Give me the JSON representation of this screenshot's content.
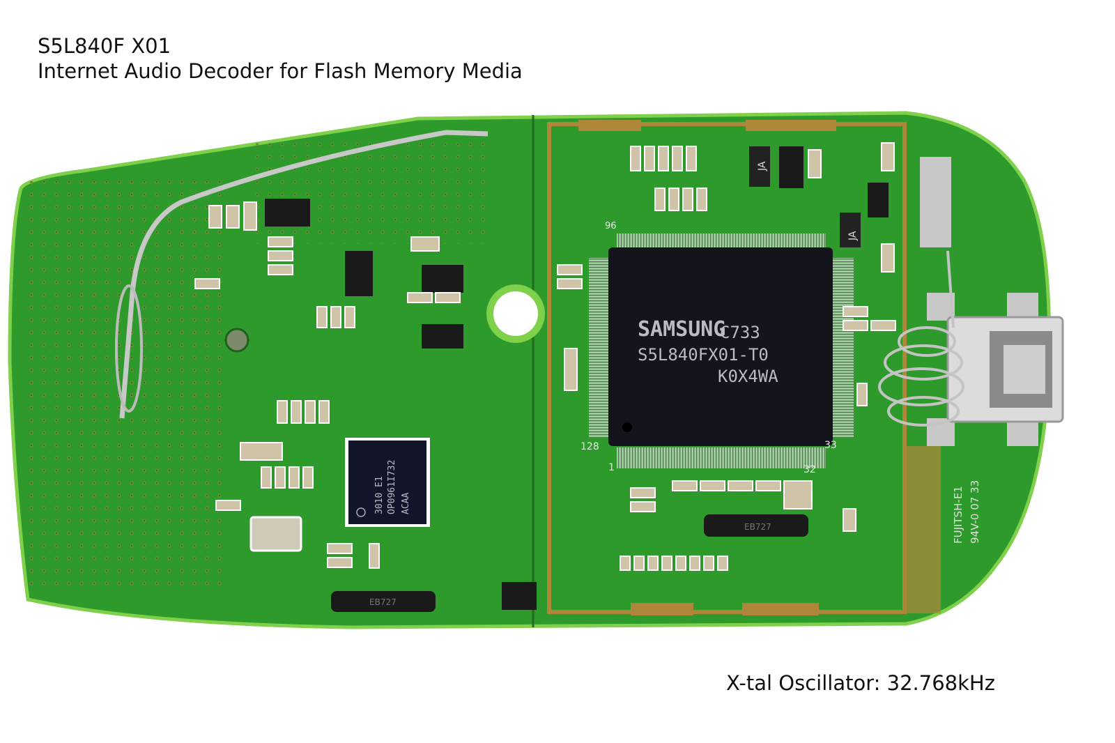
{
  "header": {
    "part_number": "S5L840F X01",
    "description": "Internet Audio Decoder for Flash Memory Media"
  },
  "annotation": "X-tal Oscillator: 32.768kHz",
  "main_chip": {
    "brand": "SAMSUNG",
    "date_code": "C733",
    "part": "S5L840FX01-T0",
    "lot": "K0X4WA",
    "pin_labels": [
      "128",
      "1",
      "32",
      "33",
      "96"
    ]
  },
  "secondary_chip": {
    "lines": [
      "3010 E1",
      "OP0961I732",
      "ACAA"
    ]
  },
  "board_marking": [
    "FUJITSH-E1",
    "94V-0 07 33"
  ],
  "misc_labels": [
    "JA",
    "JA",
    "EB727",
    "EB727"
  ],
  "colors": {
    "board": "#2f9a2c",
    "edge": "#7fd04a",
    "gold": "#b0873a",
    "chip": "#14151c"
  }
}
